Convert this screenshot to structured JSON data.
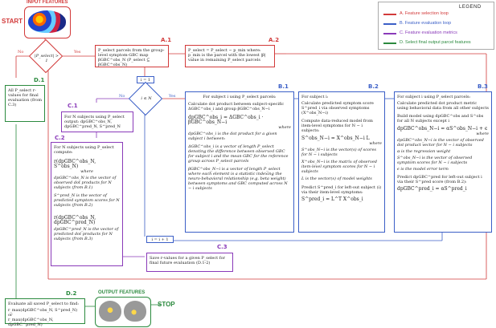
{
  "top": {
    "input_label": "INPUT FEATURES",
    "output_label": "OUTPUT FEATURES",
    "start": "START",
    "stop": "STOP"
  },
  "legend": {
    "title": "LEGEND",
    "items": [
      {
        "label": "A. Feature selection loop",
        "color": "#d23a3a"
      },
      {
        "label": "B. Feature evaluation loop",
        "color": "#3b5fc7"
      },
      {
        "label": "C. Feature evaluation metrics",
        "color": "#8a3ab9"
      },
      {
        "label": "D. Select final output parcel features",
        "color": "#2b8a3e"
      }
    ]
  },
  "decision1": {
    "text": "|P_select| > 1",
    "no": "No",
    "yes": "Yes"
  },
  "decision2": {
    "text": "i ≤ N",
    "no": "No",
    "yes": "Yes"
  },
  "A1": {
    "id": "A.1",
    "text": "P_select parcels from the group-level symptom-GBC map βGBC^obs_N (P_select ⊆ βGBC^obs_N)"
  },
  "A2": {
    "id": "A.2",
    "text": "P_select = P_select − p_min where: p_min is the parcel with the lowest |β| value in remaining P_select parcels"
  },
  "i_eq": "i = 1",
  "i_inc": "i = i + 1",
  "D1": {
    "id": "D.1",
    "text": "All P_select r-values for final evaluation (from C.3)"
  },
  "C1": {
    "id": "C.1",
    "text": "For N subjects using P_select output: dpGBC^obs_N, dpGBC^pred_N, S^pred_N"
  },
  "C2": {
    "id": "C.2",
    "heading": "For N subjects using P_select compute:",
    "eq1": "r(dpGBC^obs_N, S^obs_N)",
    "where": "where",
    "def1": "dpGBC^obs_N is the vector of observed dot products for N subjects (from B.1)",
    "def2": "S^pred_N is the vector of predicted symptom scores for N subjects (from B.2)",
    "eq2": "r(dpGBC^obs_N, dpGBC^pred_N)",
    "def3": "dpGBC^pred_N is the vector of predicted dot products for N subjects (from B.3)"
  },
  "C3": {
    "id": "C.3",
    "text": "Save r-values for a given P_select for final future evaluation (D.1-2)"
  },
  "B1": {
    "id": "B.1",
    "heading": "For subject i using P_select parcels:",
    "sub": "Calculate dot product between subject-specific ΔGBC^obs_i and group βGBC^obs_N−i",
    "eq": "dpGBC^obs_i = ΔGBC^obs_i · βGBC^obs_N−i",
    "where": "where",
    "def1": "dpGBC^obs_i is the dot product for a given subject i between:",
    "def2": "ΔGBC^obs_i is a vector of length P_select denoting the difference between observed GBC for subject i and the mean GBC for the reference group across P_select parcels",
    "def3": "βGBC^obs_N−i is a vector of length P_select where each element is a statistic indexing the neuro-behavioral relationship (e.g. beta weight) between symptoms and GBC computed across N − i subjects"
  },
  "B2": {
    "id": "B.2",
    "heading": "For subject i:",
    "sub": "Calculate predicted symptom score S^pred_i via observed symptoms (X^obs_N−i)",
    "step": "Compute data-reduced model from item-level symptoms for N − i subjects:",
    "eq": "S^obs_N−i = X^obs_N−i L",
    "where": "where",
    "def1": "S^obs_N−i is the vector(s) of scores for N − i subjects",
    "def2": "X^obs_N−i is the matrix of observed item-level symptom scores for N − i subjects",
    "def3": "L is the vector(s) of model weights",
    "pred": "Predict S^pred_i for left-out subject (i) via their item-level symptoms:",
    "eq2": "S^pred_i = L^T X^obs_i"
  },
  "B3": {
    "id": "B.3",
    "heading": "For subject i using P_select parcels:",
    "sub": "Calculate predicted dot product metric using behavioral data from all other subjects",
    "step": "Build model using dpGBC^obs and S^obs for all N subjects except i",
    "eq": "dpGBC^obs_N−i = αS^obs_N−i + ϵ",
    "where": "where",
    "def1": "dpGBC^obs_N−i is the vector of observed dot product vector for N − i subjects",
    "def2": "α is the regression weight",
    "def3": "S^obs_N−i is the vector of observed symptom scores for N − i subjects",
    "def4": "ϵ is the model error term",
    "pred": "Predict dpGBC^pred for left-out subject i via their S^pred score (from B.2):",
    "eq2": "dpGBC^pred_i = αS^pred_i"
  },
  "D2": {
    "id": "D.2",
    "heading": "Evaluate all saved P_select to find:",
    "l1": "r_max(dpGBC^obs_N, S^pred_N) or",
    "l2": "r_max(dpGBC^obs_N, dpGBC^pred_N)"
  }
}
